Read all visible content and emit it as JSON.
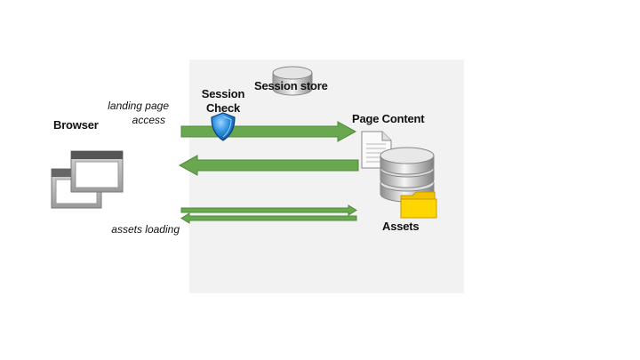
{
  "labels": {
    "browser": "Browser",
    "session_check_line1": "Session",
    "session_check_line2": "Check",
    "session_store": "Session store",
    "page_content": "Page Content",
    "assets": "Assets"
  },
  "notes": {
    "landing_line1": "landing page",
    "landing_line2": "access",
    "assets_loading": "assets loading"
  },
  "colors": {
    "panel": "#f2f2f2",
    "arrow": "#6aa84f",
    "arrow_dark": "#4f8a3a",
    "shield": "#1e88d8",
    "folder": "#ffd600"
  },
  "icons": {
    "browser": "browser-windows-icon",
    "session_store": "database-icon",
    "session_check": "shield-icon",
    "page_content": "document-icon",
    "server": "database-stack-icon",
    "assets": "folder-icon"
  }
}
